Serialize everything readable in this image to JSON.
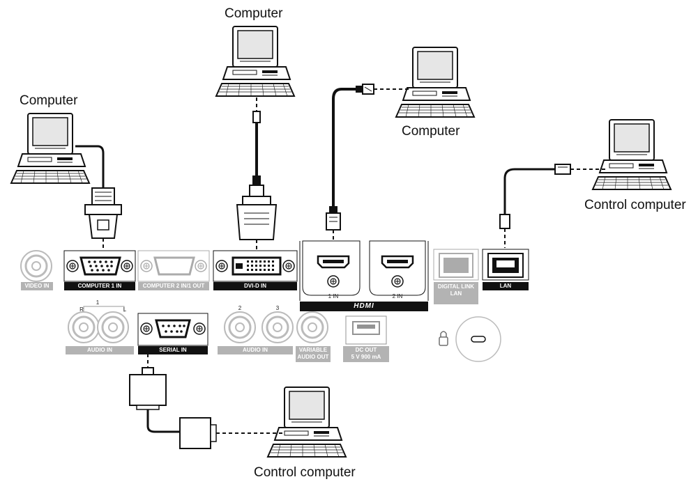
{
  "computers": [
    {
      "caption": "Computer"
    },
    {
      "caption": "Computer"
    },
    {
      "caption": "Computer"
    },
    {
      "caption": "Control computer"
    },
    {
      "caption": "Control computer"
    }
  ],
  "ports": {
    "video_in": "VIDEO IN",
    "computer1_in": "COMPUTER 1 IN",
    "computer2_in_out": "COMPUTER 2 IN/1 OUT",
    "dvi_d_in": "DVI-D IN",
    "hdmi_1_in": "1 IN",
    "hdmi_2_in": "2 IN",
    "hdmi_logo": "HDMI",
    "digital_link_line1": "DIGITAL LINK",
    "digital_link_line2": "LAN",
    "lan": "LAN",
    "audio_in_group_top": "1",
    "audio_in_r": "R",
    "audio_in_l": "L",
    "audio_in_1": "AUDIO IN",
    "serial_in": "SERIAL IN",
    "audio_in_2_num": "2",
    "audio_in_3_num": "3",
    "audio_in_23": "AUDIO IN",
    "variable_audio_out_line1": "VARIABLE",
    "variable_audio_out_line2": "AUDIO OUT",
    "dc_out_line1": "DC OUT",
    "dc_out_line2": "5 V  900 mA"
  },
  "colors": {
    "line": "#111111",
    "panel_grey": "#b3b3b3",
    "screen": "#e6e6e6"
  },
  "icons": [
    "computer-icon",
    "lock-icon",
    "lan-icon"
  ]
}
